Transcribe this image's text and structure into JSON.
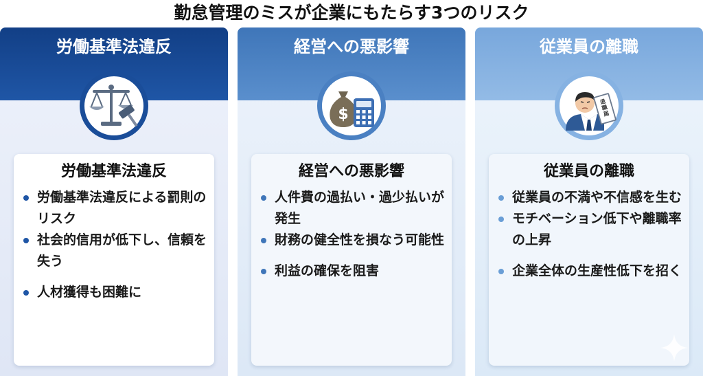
{
  "title": "勤怠管理のミスが企業にもたらす3つのリスク",
  "columns": [
    {
      "header": "労働基準法違反",
      "icon": "scales-gavel-icon",
      "card_title": "労働基準法違反",
      "bullets": [
        "労働基準法違反による罰則のリスク",
        "社会的信用が低下し、信頼を失う",
        "人材獲得も困難に"
      ]
    },
    {
      "header": "経営への悪影響",
      "icon": "money-bag-calculator-icon",
      "card_title": "経営への悪影響",
      "bullets": [
        "人件費の過払い・過少払いが発生",
        "財務の健全性を損なう可能性",
        "利益の確保を阻害"
      ]
    },
    {
      "header": "従業員の離職",
      "icon": "resignation-letter-icon",
      "card_title": "従業員の離職",
      "icon_text": "退職届",
      "bullets": [
        "従業員の不満や不信感を生む",
        "モチベーション低下や離職率の上昇",
        "企業全体の生産性低下を招く"
      ]
    }
  ],
  "colors": {
    "dark_blue": "#123f86",
    "mid_blue": "#3f76b9",
    "light_blue": "#78a7dc"
  }
}
